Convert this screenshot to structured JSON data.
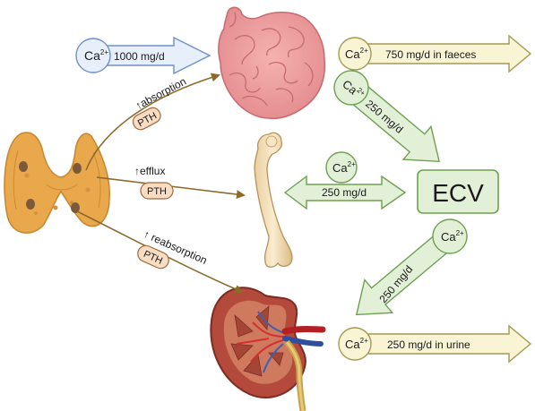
{
  "ca_symbol": {
    "base": "Ca",
    "charge": "2+"
  },
  "intake": {
    "amount": "1000 mg/d"
  },
  "faeces": {
    "amount": "750 mg/d in faeces"
  },
  "urine": {
    "amount": "250 mg/d in urine"
  },
  "gut_to_ecv": {
    "amount": "250 mg/d"
  },
  "bone_exchange": {
    "amount": "250 mg/d"
  },
  "ecv_to_kidney": {
    "amount": "250 mg/d"
  },
  "ecv": {
    "label": "ECV"
  },
  "pth": {
    "label": "PTH",
    "absorption": "↑absorption",
    "efflux": "↑efflux",
    "reabsorption": "↑ reabsorption"
  },
  "colors": {
    "intake_fill": "#e7effb",
    "intake_stroke": "#6f8fc6",
    "yellow_fill": "#f8f4d4",
    "yellow_stroke": "#a39a52",
    "green_fill": "#e3f0d8",
    "green_stroke": "#6ea050",
    "pth_fill": "#f9dcc4",
    "pth_stroke": "#a06a3c",
    "line_brown": "#8e6a2a"
  }
}
